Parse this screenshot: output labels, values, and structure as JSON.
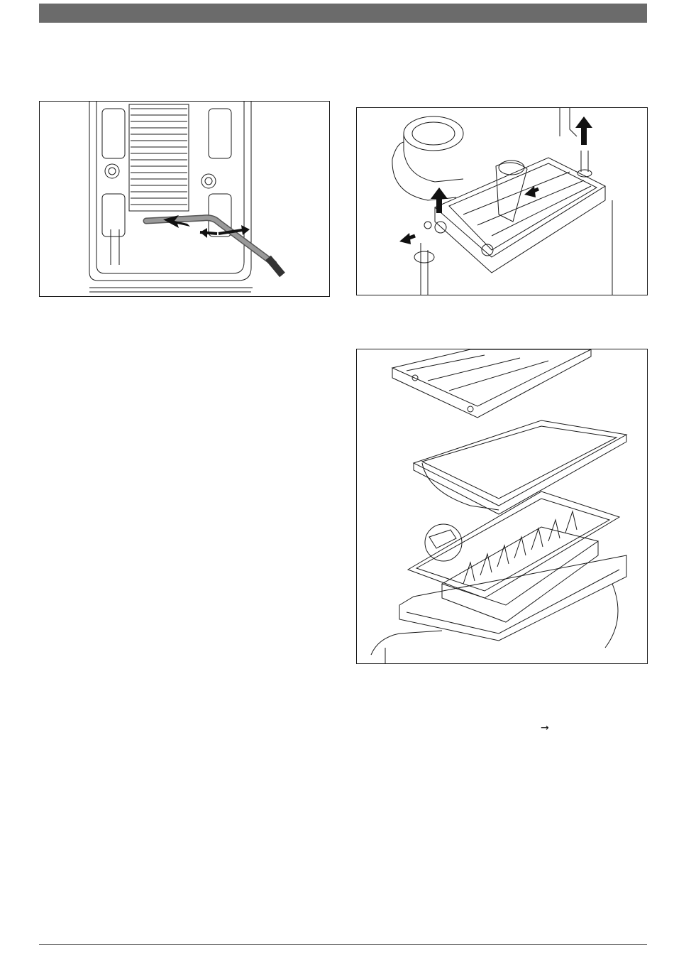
{
  "header": {
    "bar_color": "#6b6b6b"
  },
  "figures": [
    {
      "id": "fig1",
      "icon": "brush-cleaning-heat-exchanger-illustration"
    },
    {
      "id": "fig2",
      "icon": "burner-removal-illustration"
    },
    {
      "id": "fig3",
      "icon": "burner-exploded-view-illustration"
    }
  ],
  "body": {
    "arrow_symbol": "→"
  },
  "colors": {
    "line": "#1a1a1a",
    "header": "#6b6b6b"
  }
}
